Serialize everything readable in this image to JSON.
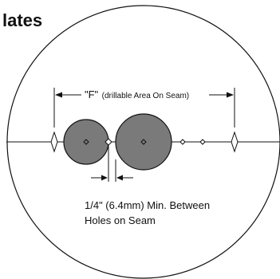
{
  "title": "lates",
  "dimension": {
    "label_main": "\"F\"",
    "label_sub": "(drillable Area On Seam)"
  },
  "note": {
    "line1": "1/4\" (6.4mm) Min. Between",
    "line2": "Holes on Seam"
  },
  "colors": {
    "line": "#111111",
    "hole_fill": "#7a7a7a",
    "background": "#ffffff"
  }
}
